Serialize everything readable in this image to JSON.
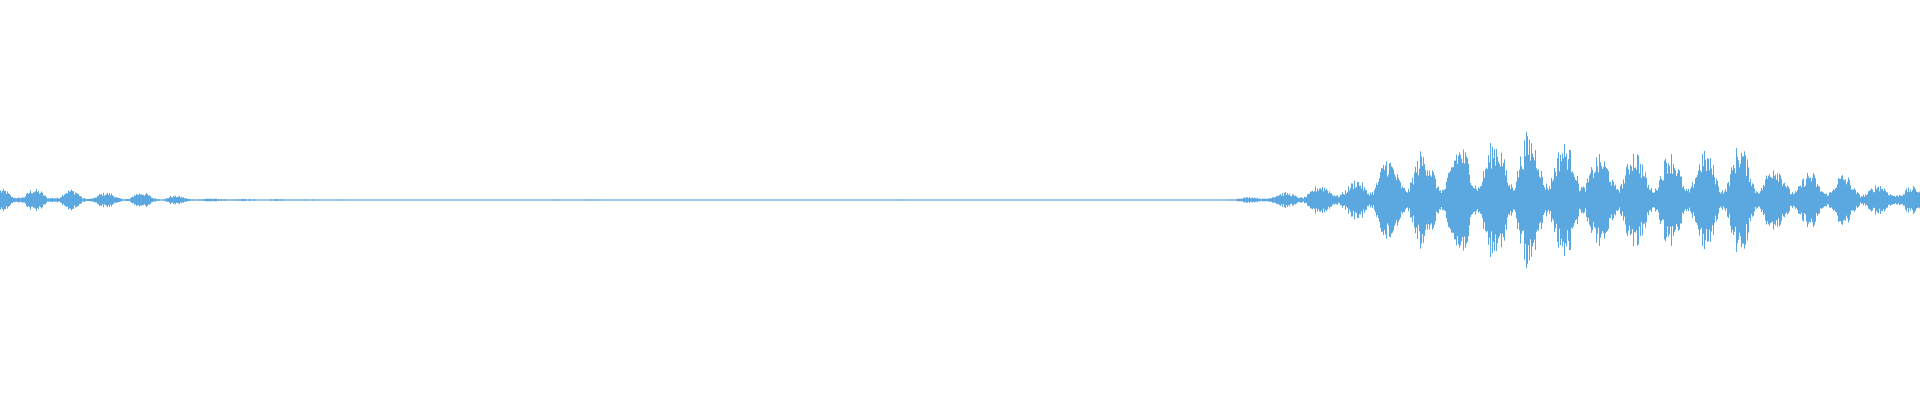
{
  "waveform": {
    "color": "#5BA8E0",
    "background": "#FFFFFF",
    "amplitude_envelope": [
      0.05,
      0.045,
      0.015,
      0.01,
      0.015,
      0.045,
      0.05,
      0.04,
      0.01,
      0.01,
      0.01,
      0.04,
      0.05,
      0.04,
      0.01,
      0.005,
      0.01,
      0.03,
      0.035,
      0.03,
      0.01,
      0.005,
      0.005,
      0.03,
      0.035,
      0.03,
      0.01,
      0.005,
      0.005,
      0.018,
      0.02,
      0.015,
      0.005,
      0.004,
      0.004,
      0.006,
      0.007,
      0.006,
      0.004,
      0.003,
      0.004,
      0.005,
      0.005,
      0.004,
      0.003,
      0.003,
      0.004,
      0.005,
      0.004,
      0.003,
      0.003,
      0.003,
      0.004,
      0.004,
      0.003,
      0.003,
      0.003,
      0.003,
      0.003,
      0.003,
      0.003,
      0.003,
      0.003,
      0.003,
      0.003,
      0.003,
      0.003,
      0.003,
      0.003,
      0.003,
      0.003,
      0.003,
      0.003,
      0.003,
      0.003,
      0.003,
      0.003,
      0.003,
      0.003,
      0.003,
      0.003,
      0.003,
      0.003,
      0.003,
      0.003,
      0.003,
      0.003,
      0.003,
      0.003,
      0.003,
      0.003,
      0.003,
      0.003,
      0.003,
      0.003,
      0.003,
      0.003,
      0.003,
      0.003,
      0.003,
      0.003,
      0.003,
      0.003,
      0.003,
      0.003,
      0.003,
      0.003,
      0.003,
      0.003,
      0.003,
      0.003,
      0.003,
      0.003,
      0.003,
      0.003,
      0.003,
      0.003,
      0.003,
      0.003,
      0.003,
      0.003,
      0.003,
      0.003,
      0.003,
      0.003,
      0.003,
      0.003,
      0.003,
      0.003,
      0.003,
      0.003,
      0.003,
      0.003,
      0.003,
      0.003,
      0.003,
      0.003,
      0.003,
      0.003,
      0.003,
      0.003,
      0.003,
      0.003,
      0.003,
      0.003,
      0.003,
      0.003,
      0.003,
      0.003,
      0.003,
      0.003,
      0.003,
      0.003,
      0.003,
      0.003,
      0.003,
      0.003,
      0.003,
      0.003,
      0.003,
      0.003,
      0.003,
      0.003,
      0.003,
      0.003,
      0.003,
      0.003,
      0.003,
      0.003,
      0.003,
      0.003,
      0.003,
      0.003,
      0.003,
      0.003,
      0.003,
      0.003,
      0.003,
      0.003,
      0.003,
      0.003,
      0.003,
      0.003,
      0.003,
      0.003,
      0.003,
      0.003,
      0.003,
      0.003,
      0.003,
      0.003,
      0.003,
      0.003,
      0.003,
      0.003,
      0.003,
      0.003,
      0.003,
      0.003,
      0.003,
      0.003,
      0.003,
      0.003,
      0.003,
      0.003,
      0.003,
      0.003,
      0.003,
      0.003,
      0.003,
      0.004,
      0.008,
      0.012,
      0.015,
      0.012,
      0.006,
      0.008,
      0.018,
      0.03,
      0.035,
      0.03,
      0.015,
      0.01,
      0.03,
      0.06,
      0.07,
      0.06,
      0.03,
      0.02,
      0.04,
      0.07,
      0.1,
      0.08,
      0.035,
      0.04,
      0.12,
      0.2,
      0.18,
      0.12,
      0.06,
      0.05,
      0.15,
      0.22,
      0.2,
      0.15,
      0.06,
      0.05,
      0.14,
      0.24,
      0.25,
      0.2,
      0.08,
      0.06,
      0.16,
      0.26,
      0.27,
      0.22,
      0.08,
      0.07,
      0.2,
      0.3,
      0.28,
      0.22,
      0.08,
      0.07,
      0.18,
      0.26,
      0.25,
      0.2,
      0.07,
      0.06,
      0.14,
      0.2,
      0.2,
      0.15,
      0.07,
      0.06,
      0.14,
      0.23,
      0.22,
      0.15,
      0.06,
      0.05,
      0.13,
      0.22,
      0.21,
      0.15,
      0.05,
      0.05,
      0.14,
      0.22,
      0.21,
      0.15,
      0.05,
      0.05,
      0.15,
      0.25,
      0.24,
      0.15,
      0.05,
      0.05,
      0.12,
      0.17,
      0.15,
      0.1,
      0.04,
      0.04,
      0.09,
      0.13,
      0.12,
      0.06,
      0.03,
      0.04,
      0.1,
      0.12,
      0.1,
      0.05,
      0.02,
      0.03,
      0.06,
      0.075,
      0.06,
      0.03,
      0.02,
      0.03,
      0.055,
      0.06,
      0.05
    ]
  }
}
